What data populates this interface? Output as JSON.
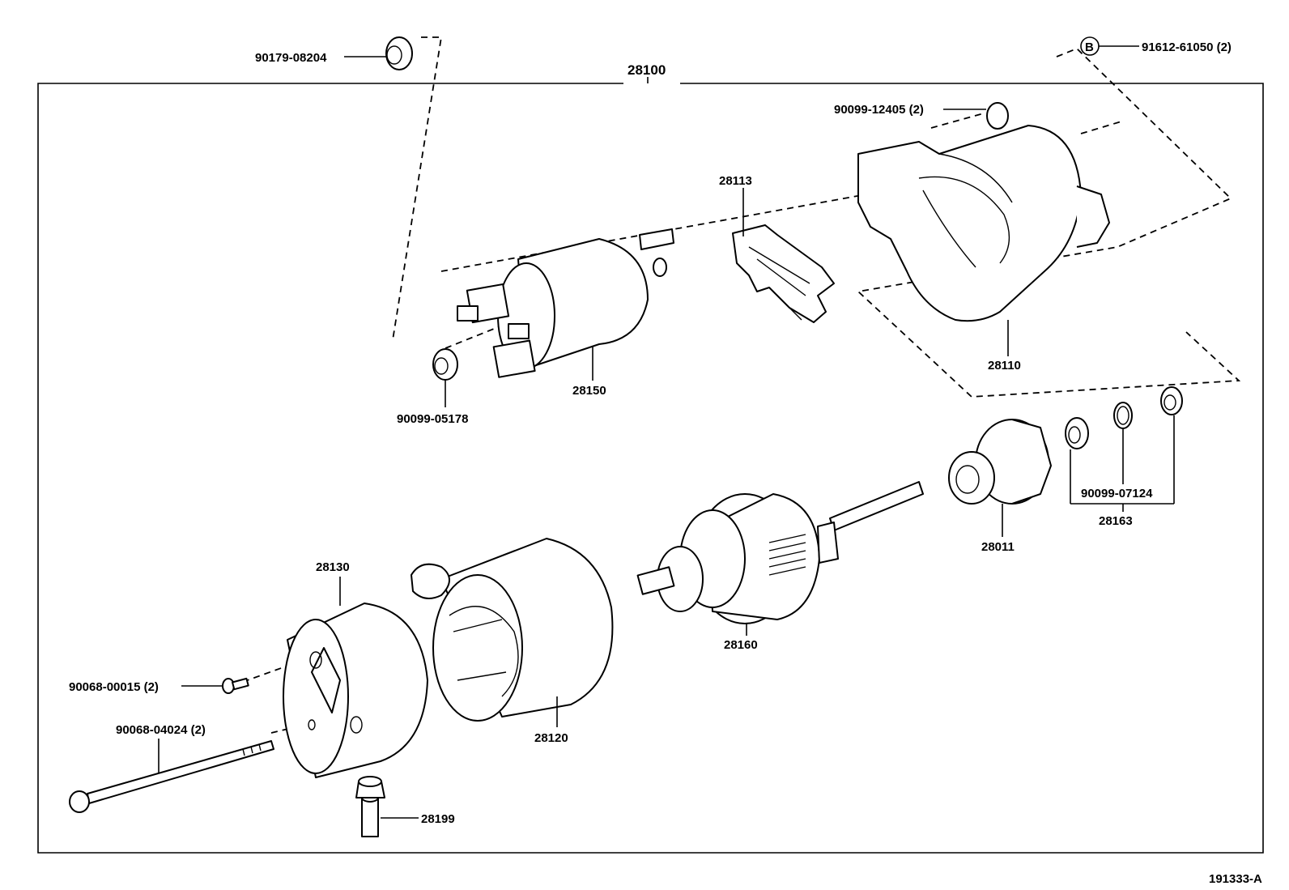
{
  "diagram": {
    "assembly_label": "28100",
    "figure_id": "191333-A",
    "callout_symbol": "B",
    "parts": [
      {
        "id": "p1",
        "label": "90179-08204"
      },
      {
        "id": "p2",
        "label": "91612-61050 (2)"
      },
      {
        "id": "p3",
        "label": "90099-12405 (2)"
      },
      {
        "id": "p4",
        "label": "28113"
      },
      {
        "id": "p5",
        "label": "28150"
      },
      {
        "id": "p6",
        "label": "90099-05178"
      },
      {
        "id": "p7",
        "label": "28110"
      },
      {
        "id": "p8",
        "label": "90099-07124"
      },
      {
        "id": "p9",
        "label": "28163"
      },
      {
        "id": "p10",
        "label": "28011"
      },
      {
        "id": "p11",
        "label": "28130"
      },
      {
        "id": "p12",
        "label": "28160"
      },
      {
        "id": "p13",
        "label": "90068-00015 (2)"
      },
      {
        "id": "p14",
        "label": "90068-04024 (2)"
      },
      {
        "id": "p15",
        "label": "28120"
      },
      {
        "id": "p16",
        "label": "28199"
      }
    ]
  }
}
